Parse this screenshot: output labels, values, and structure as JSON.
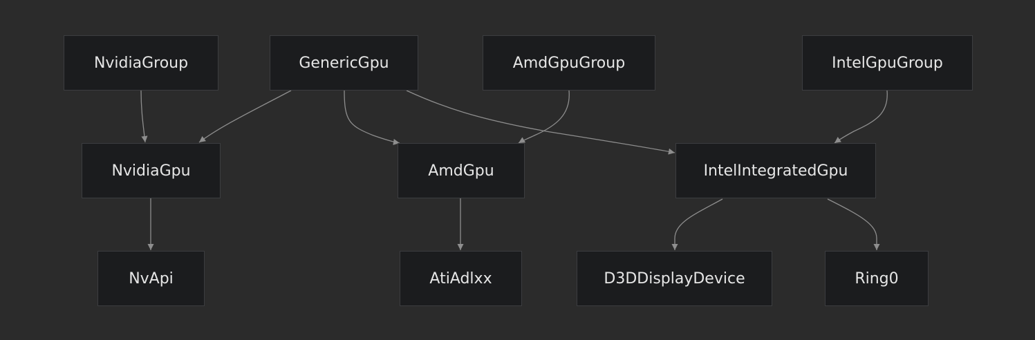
{
  "diagram": {
    "background": "#2b2b2b",
    "node_fill": "#1b1c1e",
    "node_border": "#3c3d40",
    "text_color": "#e6e6e6",
    "edge_color": "#8e8e8e",
    "nodes": [
      {
        "id": "nvidiagroup",
        "label": "NvidiaGroup"
      },
      {
        "id": "genericgpu",
        "label": "GenericGpu"
      },
      {
        "id": "amdgpugroup",
        "label": "AmdGpuGroup"
      },
      {
        "id": "intelgpugroup",
        "label": "IntelGpuGroup"
      },
      {
        "id": "nvidiagpu",
        "label": "NvidiaGpu"
      },
      {
        "id": "amdgpu",
        "label": "AmdGpu"
      },
      {
        "id": "intelintegratedgpu",
        "label": "IntelIntegratedGpu"
      },
      {
        "id": "nvapi",
        "label": "NvApi"
      },
      {
        "id": "atiadlxx",
        "label": "AtiAdlxx"
      },
      {
        "id": "d3ddisplaydevice",
        "label": "D3DDisplayDevice"
      },
      {
        "id": "ring0",
        "label": "Ring0"
      }
    ],
    "edges": [
      {
        "from": "nvidiagroup",
        "to": "nvidiagpu"
      },
      {
        "from": "genericgpu",
        "to": "nvidiagpu"
      },
      {
        "from": "genericgpu",
        "to": "amdgpu"
      },
      {
        "from": "genericgpu",
        "to": "intelintegratedgpu"
      },
      {
        "from": "amdgpugroup",
        "to": "amdgpu"
      },
      {
        "from": "intelgpugroup",
        "to": "intelintegratedgpu"
      },
      {
        "from": "nvidiagpu",
        "to": "nvapi"
      },
      {
        "from": "amdgpu",
        "to": "atiadlxx"
      },
      {
        "from": "intelintegratedgpu",
        "to": "d3ddisplaydevice"
      },
      {
        "from": "intelintegratedgpu",
        "to": "ring0"
      }
    ]
  }
}
